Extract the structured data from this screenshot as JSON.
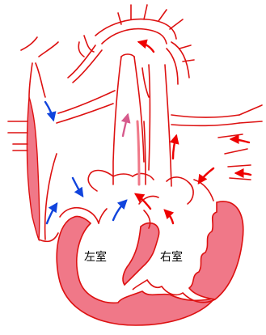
{
  "labels": {
    "left_ventricle": "左室",
    "right_ventricle": "右室"
  },
  "colors": {
    "outline": "#dd1111",
    "wall_fill": "#f07888",
    "arrow_red": "#ee0000",
    "arrow_blue": "#1144dd",
    "arrow_pink": "#d65a8c",
    "background": "#ffffff"
  },
  "arrows": [
    {
      "name": "arrow-aorta-out",
      "color": "red"
    },
    {
      "name": "arrow-right-pulmonary-in",
      "color": "red"
    },
    {
      "name": "arrow-right-vein-upper",
      "color": "red"
    },
    {
      "name": "arrow-right-vein-lower",
      "color": "red"
    },
    {
      "name": "arrow-ra-to-rv",
      "color": "red"
    },
    {
      "name": "arrow-rv-outflow",
      "color": "red"
    },
    {
      "name": "arrow-tricuspid",
      "color": "red"
    },
    {
      "name": "arrow-rv-lower",
      "color": "red"
    },
    {
      "name": "arrow-pulmonary-trunk",
      "color": "pink"
    },
    {
      "name": "arrow-la-upper",
      "color": "blue"
    },
    {
      "name": "arrow-la-to-lv",
      "color": "blue"
    },
    {
      "name": "arrow-lv-inflow-left",
      "color": "blue"
    },
    {
      "name": "arrow-lv-inflow-right",
      "color": "blue"
    }
  ]
}
